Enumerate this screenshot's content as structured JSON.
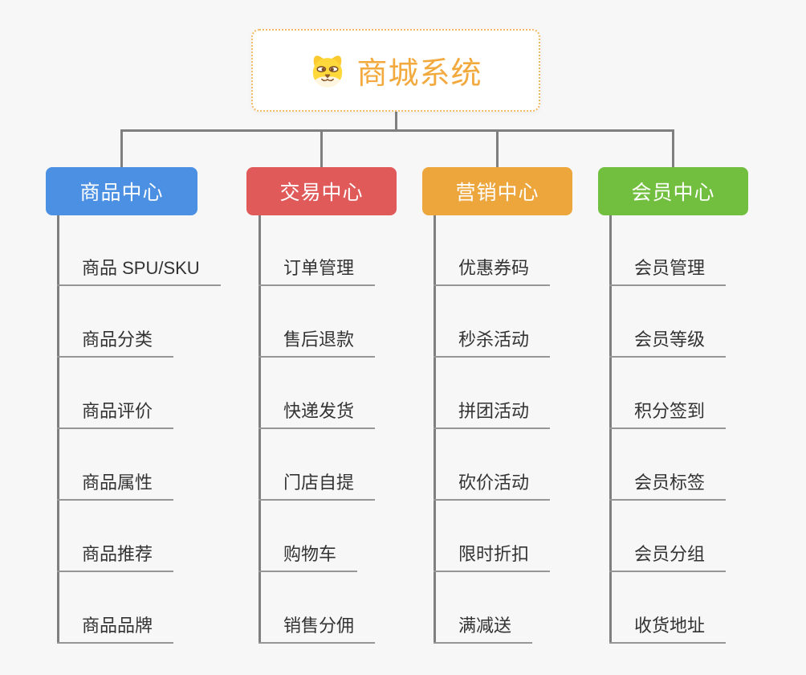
{
  "root": {
    "title": "商城系统",
    "icon": "doge-icon"
  },
  "branches": [
    {
      "label": "商品中心",
      "color": "#4b90e2",
      "children": [
        "商品 SPU/SKU",
        "商品分类",
        "商品评价",
        "商品属性",
        "商品推荐",
        "商品品牌"
      ]
    },
    {
      "label": "交易中心",
      "color": "#e15a5a",
      "children": [
        "订单管理",
        "售后退款",
        "快递发货",
        "门店自提",
        "购物车",
        "销售分佣"
      ]
    },
    {
      "label": "营销中心",
      "color": "#eca63c",
      "children": [
        "优惠券码",
        "秒杀活动",
        "拼团活动",
        "砍价活动",
        "限时折扣",
        "满减送"
      ]
    },
    {
      "label": "会员中心",
      "color": "#72bf3f",
      "children": [
        "会员管理",
        "会员等级",
        "积分签到",
        "会员标签",
        "会员分组",
        "收货地址"
      ]
    }
  ],
  "colors": {
    "background": "#f7f7f7",
    "connector": "#7f7f7f",
    "leaf_underline": "#969696",
    "leaf_text": "#333333",
    "root_text": "#f2a93d",
    "root_border": "#f2b964"
  }
}
